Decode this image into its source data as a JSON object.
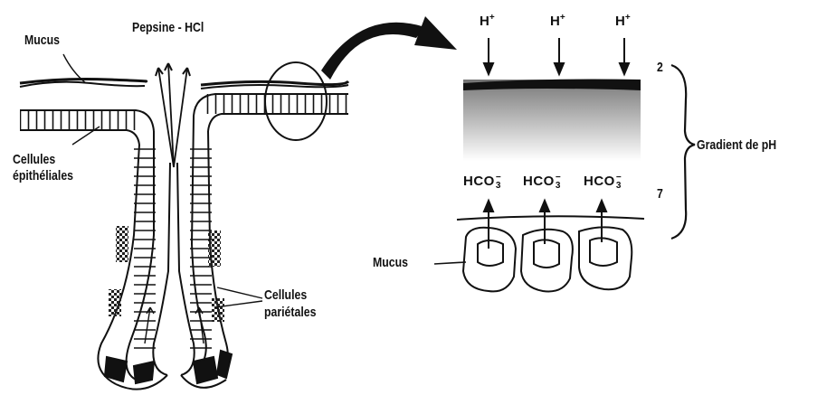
{
  "labels": {
    "mucus_top": "Mucus",
    "pepsine": "Pepsine - HCl",
    "cellules_epitheliales": [
      "Cellules",
      "épithéliales"
    ],
    "cellules_parietales": [
      "Cellules",
      "pariétales"
    ],
    "mucus_bottom": "Mucus",
    "gradient": "Gradient de pH",
    "ph_high": "2",
    "ph_low": "7"
  },
  "ion_top": {
    "base": "H",
    "charge": "+"
  },
  "ion_bottom": {
    "base": "HCO",
    "charge": "−",
    "sub": "3"
  }
}
